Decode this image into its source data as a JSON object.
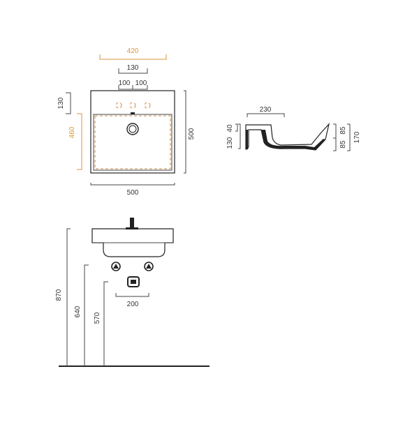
{
  "colors": {
    "accent": "#d9963a",
    "line": "#444444",
    "body": "#222222"
  },
  "top_view": {
    "width_outer": "420",
    "holes_span": "130",
    "hole_spacing_left": "100",
    "hole_spacing_right": "100",
    "depth_front": "130",
    "depth_inner": "460",
    "depth_total": "500",
    "width_total": "500"
  },
  "side_view": {
    "depth": "230",
    "left_top": "40",
    "left_total": "130",
    "right_top": "85",
    "right_bottom": "85",
    "right_total": "170"
  },
  "elevation": {
    "height_rim": "870",
    "height_lower": "640",
    "height_waste": "570",
    "spacing": "200"
  }
}
